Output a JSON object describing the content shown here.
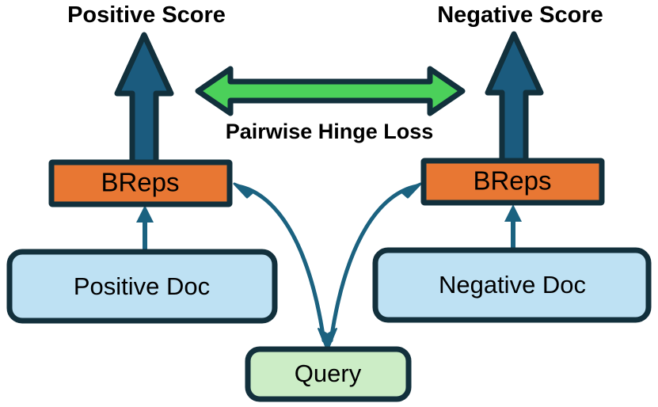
{
  "diagram": {
    "title": "Pairwise Hinge Loss ranking architecture",
    "colors": {
      "outline": "#12303C",
      "arrow_blue": "#1B5B7E",
      "arrow_green": "#4BD05A",
      "box_orange": "#E87733",
      "box_light_blue": "#BEE1F3",
      "box_light_green": "#CCEDC6",
      "text": "#000000",
      "background": "#FFFFFF"
    },
    "labels": {
      "positive_score": "Positive Score",
      "negative_score": "Negative Score",
      "pairwise_hinge_loss": "Pairwise Hinge Loss"
    },
    "nodes": {
      "breps_left": "BReps",
      "breps_right": "BReps",
      "positive_doc": "Positive Doc",
      "negative_doc": "Negative Doc",
      "query": "Query"
    },
    "edges": [
      {
        "name": "positive-doc-to-breps-left",
        "from": "Positive Doc",
        "to": "BReps",
        "style": "straight-up-arrow"
      },
      {
        "name": "negative-doc-to-breps-right",
        "from": "Negative Doc",
        "to": "BReps",
        "style": "straight-up-arrow"
      },
      {
        "name": "breps-left-to-score",
        "from": "BReps",
        "to": "Positive Score",
        "style": "thick-block-arrow-up"
      },
      {
        "name": "breps-right-to-score",
        "from": "BReps",
        "to": "Negative Score",
        "style": "thick-block-arrow-up"
      },
      {
        "name": "query-to-breps-left",
        "from": "Query",
        "to": "BReps",
        "style": "curved-arrow"
      },
      {
        "name": "query-to-breps-right",
        "from": "Query",
        "to": "BReps",
        "style": "curved-arrow"
      },
      {
        "name": "scores-hinge-loss",
        "from": "Positive Score",
        "to": "Negative Score",
        "style": "double-headed-block-arrow"
      }
    ]
  }
}
